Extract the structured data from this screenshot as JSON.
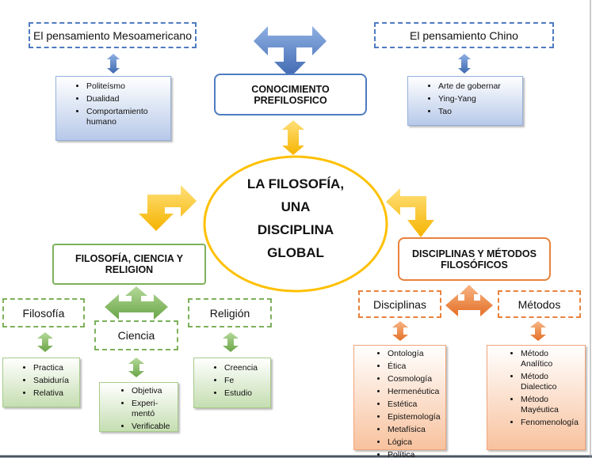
{
  "center": {
    "line1": "LA FILOSOFÍA,",
    "line2": "UNA",
    "line3": "DISCIPLINA",
    "line4": "GLOBAL"
  },
  "prefilosofico": {
    "title": "CONOCIMIENTO PREFILOSFICO",
    "meso": {
      "label": "El pensamiento Mesoamericano",
      "items": [
        "Politeísmo",
        "Dualidad",
        "Comportamiento humano"
      ]
    },
    "chino": {
      "label": "El pensamiento Chino",
      "items": [
        "Arte de gobernar",
        "Ying-Yang",
        "Tao"
      ]
    }
  },
  "fcr": {
    "title": "FILOSOFÍA, CIENCIA Y RELIGION",
    "filosofia": {
      "label": "Filosofía",
      "items": [
        "Practica",
        "Sabiduría",
        "Relativa"
      ]
    },
    "ciencia": {
      "label": "Ciencia",
      "items": [
        "Objetiva",
        "Experi-mentó",
        "Verificable"
      ]
    },
    "religion": {
      "label": "Religión",
      "items": [
        "Creencia",
        "Fe",
        "Estudio"
      ]
    }
  },
  "dm": {
    "title": "DISCIPLINAS Y MÉTODOS FILOSÓFICOS",
    "disciplinas": {
      "label": "Disciplinas",
      "items": [
        "Ontología",
        "Ética",
        "Cosmología",
        "Hermenéutica",
        "Estética",
        "Epistemología",
        "Metafísica",
        "Lógica",
        "Política"
      ]
    },
    "metodos": {
      "label": "Métodos",
      "items": [
        "Método Analítico",
        "Método Dialectico",
        "Método Mayéutica",
        "Fenomenología"
      ]
    }
  },
  "colors": {
    "blue": "#4f7bc0",
    "green": "#7db15a",
    "orange": "#e8823c",
    "yellow": "#ffc000"
  }
}
